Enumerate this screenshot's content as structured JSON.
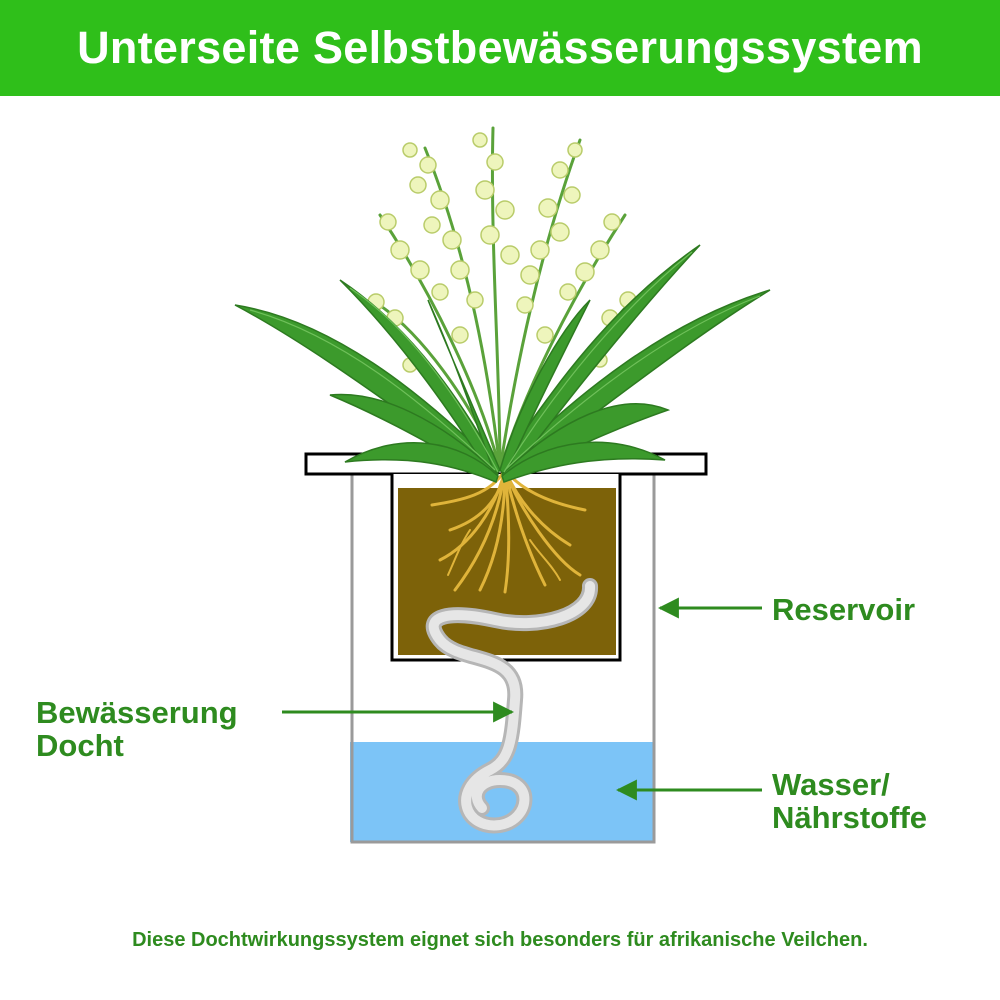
{
  "header": {
    "title": "Unterseite Selbstbewässerungssystem",
    "background_color": "#2fbf1a",
    "text_color": "#ffffff"
  },
  "labels": {
    "reservoir": "Reservoir",
    "wick_line1": "Bewässerung",
    "wick_line2": "Docht",
    "water_line1": "Wasser/",
    "water_line2": "Nährstoffe",
    "color": "#2e8b1f"
  },
  "footer": {
    "note": "Diese Dochtwirkungssystem eignet sich besonders für afrikanische Veilchen."
  },
  "colors": {
    "soil": "#7d6209",
    "water": "#7cc4f7",
    "wick": "#d4d4d4",
    "outer_pot": "#9a9a9a",
    "leaf": "#3c9a2c",
    "flower": "#eef5bc",
    "root": "#e0b43a",
    "arrow": "#2e8b1f"
  },
  "icons": {
    "plant": "lily-of-the-valley-icon",
    "wick": "wick-rope-icon"
  }
}
